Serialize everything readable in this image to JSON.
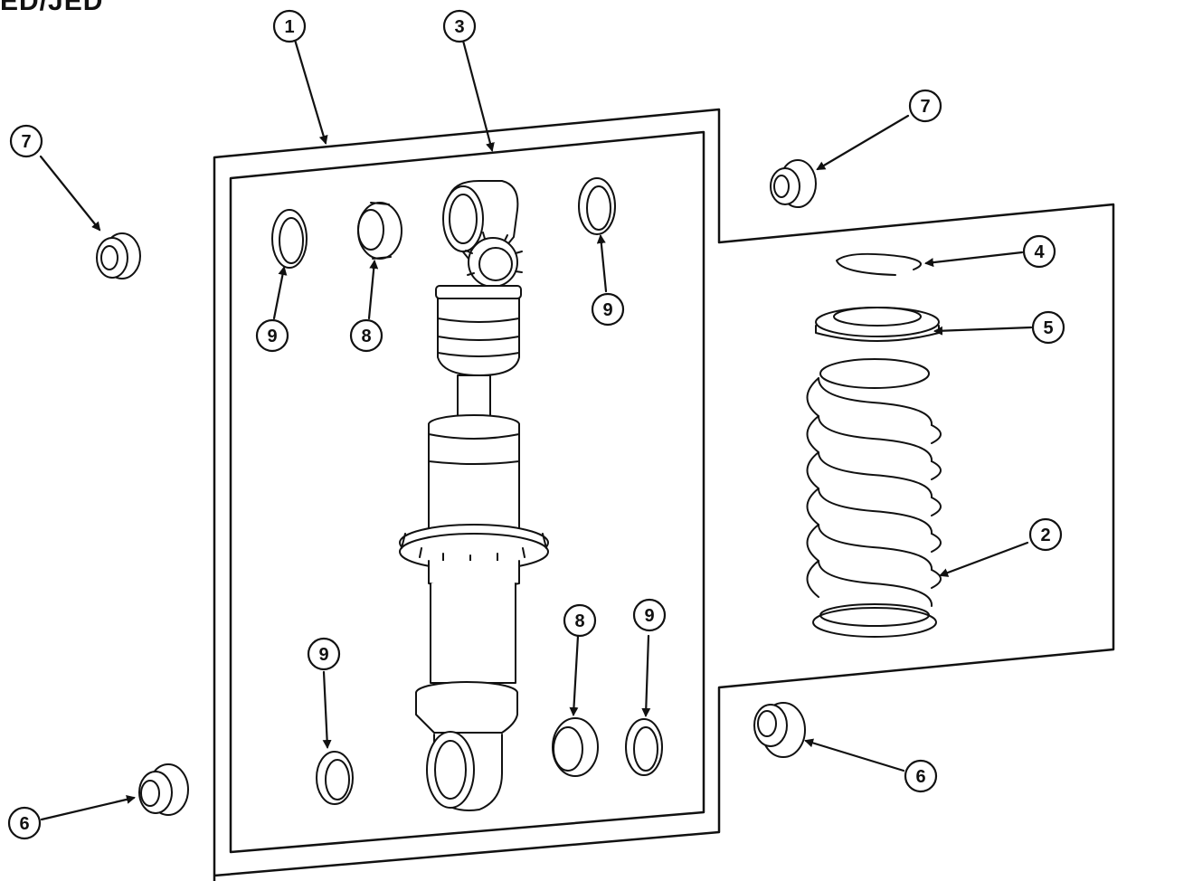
{
  "header": {
    "title": "ED/JED"
  },
  "callouts": [
    {
      "id": "c1",
      "label": "1"
    },
    {
      "id": "c3",
      "label": "3"
    },
    {
      "id": "c7a",
      "label": "7"
    },
    {
      "id": "c7b",
      "label": "7"
    },
    {
      "id": "c4",
      "label": "4"
    },
    {
      "id": "c5",
      "label": "5"
    },
    {
      "id": "c9a",
      "label": "9"
    },
    {
      "id": "c8a",
      "label": "8"
    },
    {
      "id": "c9b",
      "label": "9"
    },
    {
      "id": "c2",
      "label": "2"
    },
    {
      "id": "c8b",
      "label": "8"
    },
    {
      "id": "c9c",
      "label": "9"
    },
    {
      "id": "c9d",
      "label": "9"
    },
    {
      "id": "c6a",
      "label": "6"
    },
    {
      "id": "c6b",
      "label": "6"
    }
  ],
  "colors": {
    "line": "#111111",
    "background": "#ffffff"
  }
}
